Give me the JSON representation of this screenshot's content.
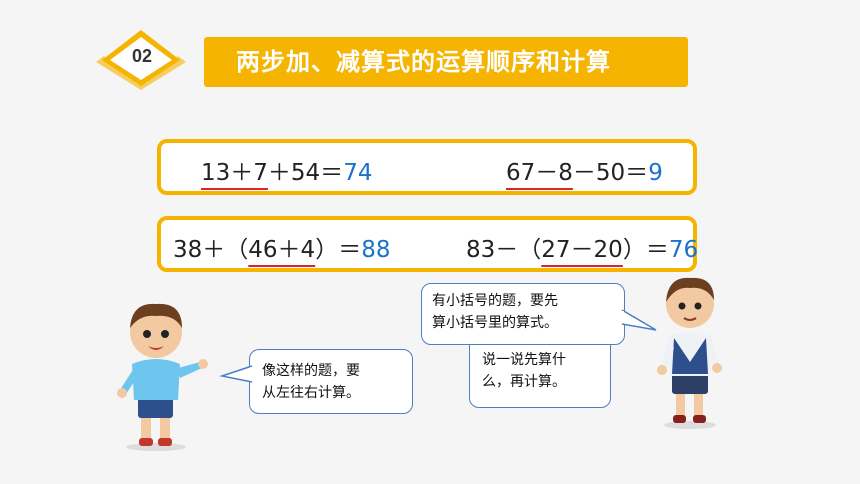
{
  "section": {
    "number": "02",
    "title": "两步加、减算式的运算顺序和计算"
  },
  "equations": [
    {
      "lhs": "13＋7＋54＝",
      "underlined": "13＋7",
      "rest": "＋54＝",
      "answer": "74"
    },
    {
      "underlined": "67－8",
      "rest": "－50＝",
      "answer": "9"
    },
    {
      "pre": "38＋（",
      "underlined": "46＋4",
      "rest": "）＝",
      "answer": "88"
    },
    {
      "pre": "83－（",
      "underlined": "27－20",
      "rest": "）＝",
      "answer": "76"
    }
  ],
  "bubbles": {
    "left_boy": "像这样的题，要从左往右计算。",
    "left_boy_line1": "像这样的题，要",
    "left_boy_line2": "从左往右计算。",
    "right_question_line1": "说一说先算什",
    "right_question_line2": "么，再计算。",
    "right_answer_line1": "有小括号的题，要先",
    "right_answer_line2": "算小括号里的算式。"
  },
  "colors": {
    "accent": "#f5b400",
    "answer": "#1a73c9",
    "underline": "#d9262c",
    "bubble_border": "#4a7fc1"
  }
}
